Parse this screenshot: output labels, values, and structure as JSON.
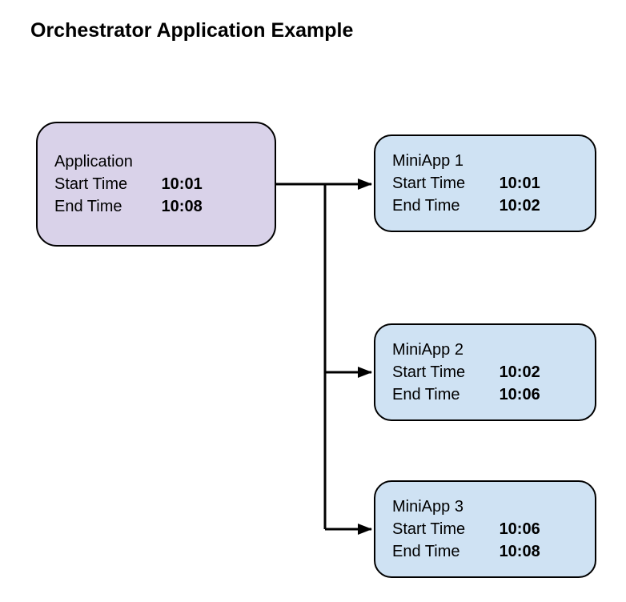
{
  "title": "Orchestrator Application Example",
  "diagram": {
    "nodes": [
      {
        "id": "application",
        "name": "Application",
        "start_label": "Start Time",
        "start_time": "10:01",
        "end_label": "End Time",
        "end_time": "10:08",
        "fill": "#D9D2E9"
      },
      {
        "id": "miniapp-1",
        "name": "MiniApp 1",
        "start_label": "Start Time",
        "start_time": "10:01",
        "end_label": "End Time",
        "end_time": "10:02",
        "fill": "#CFE2F3"
      },
      {
        "id": "miniapp-2",
        "name": "MiniApp 2",
        "start_label": "Start Time",
        "start_time": "10:02",
        "end_label": "End Time",
        "end_time": "10:06",
        "fill": "#CFE2F3"
      },
      {
        "id": "miniapp-3",
        "name": "MiniApp 3",
        "start_label": "Start Time",
        "start_time": "10:06",
        "end_label": "End Time",
        "end_time": "10:08",
        "fill": "#CFE2F3"
      }
    ],
    "edges": [
      {
        "from": "Application",
        "to": "MiniApp 1"
      },
      {
        "from": "Application",
        "to": "MiniApp 2"
      },
      {
        "from": "Application",
        "to": "MiniApp 3"
      }
    ],
    "colors": {
      "connector": "#000000",
      "node_border": "#000000",
      "background": "#FFFFFF"
    }
  }
}
